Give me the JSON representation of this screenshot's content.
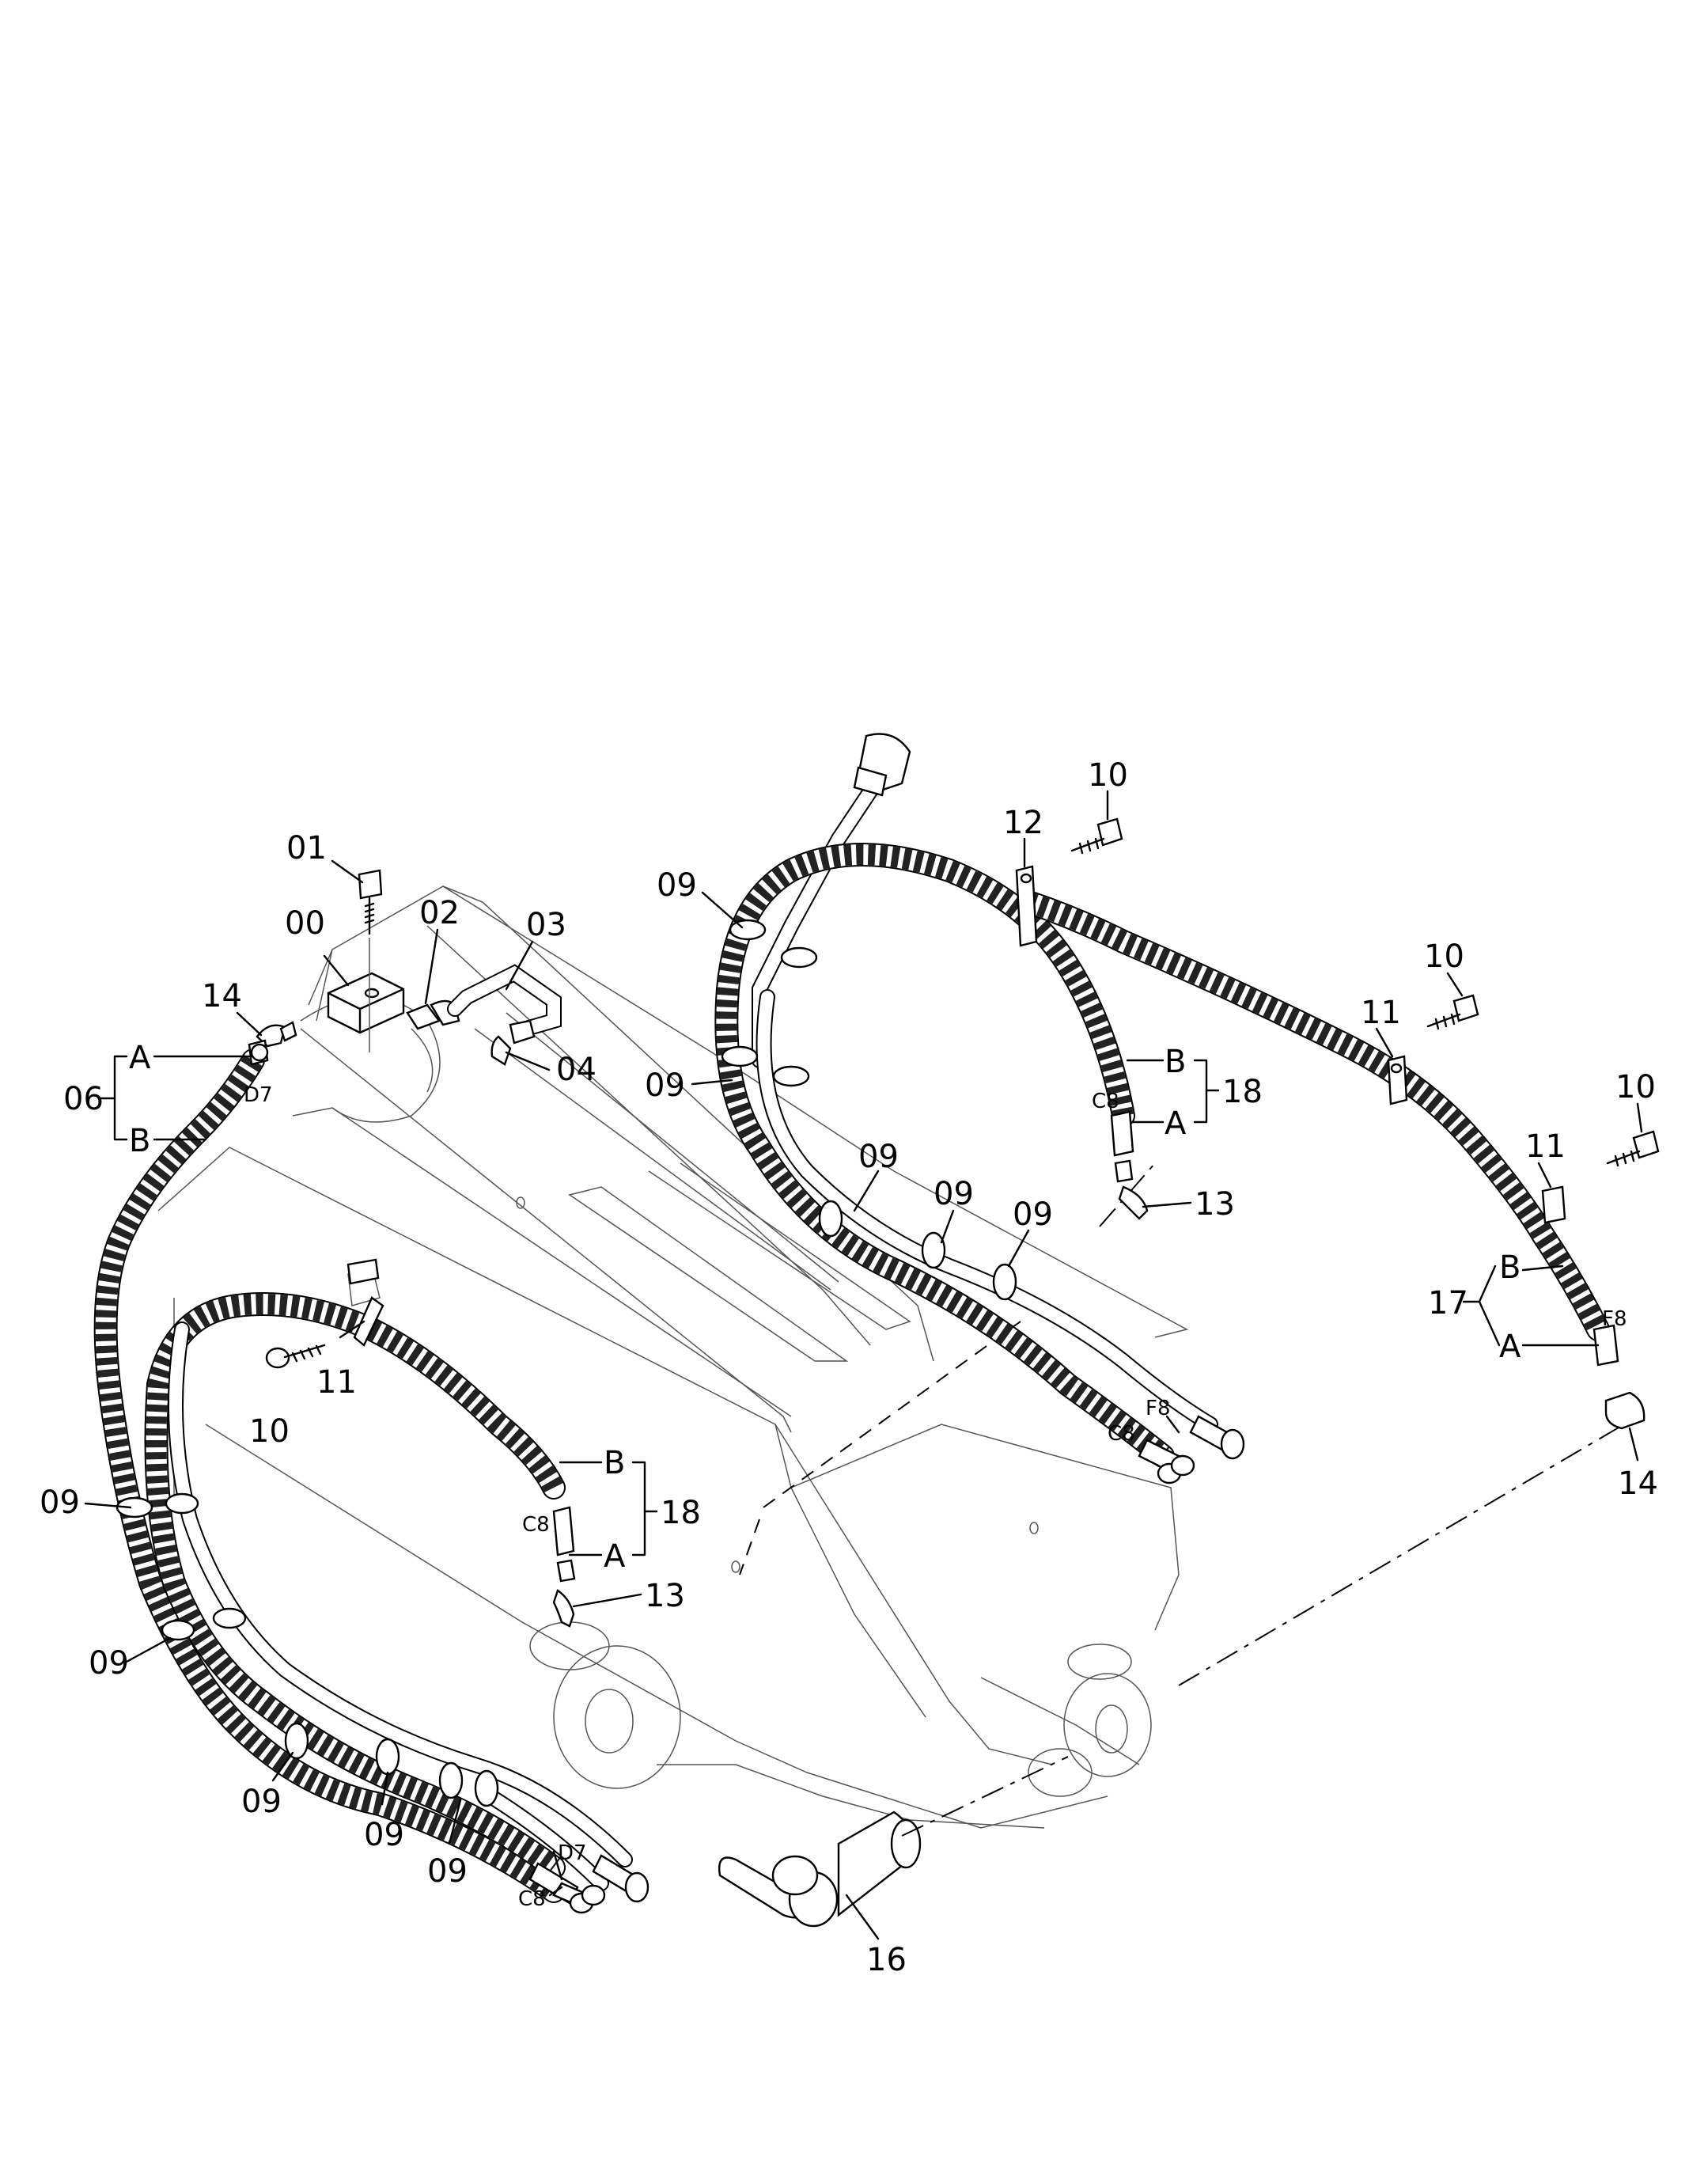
{
  "callouts": {
    "c00": "00",
    "c01": "01",
    "c02": "02",
    "c03": "03",
    "c04": "04",
    "c06": "06",
    "c14_left": "14",
    "c10_left": "10",
    "c11_left": "11",
    "c09_left_1": "09",
    "c09_left_2": "09",
    "c09_left_3": "09",
    "c09_left_4": "09",
    "c09_left_5": "09",
    "c18_left": "18",
    "c13_left": "13",
    "c09_right_1": "09",
    "c09_right_2": "09",
    "c09_right_3": "09",
    "c09_right_4": "09",
    "c09_right_5": "09",
    "c12": "12",
    "c10_right_1": "10",
    "c10_right_2": "10",
    "c10_right_3": "10",
    "c11_right_1": "11",
    "c11_right_2": "11",
    "c18_right": "18",
    "c13_right": "13",
    "c17": "17",
    "c14_right": "14",
    "c16": "16"
  },
  "branch_labels": {
    "a_06": "A",
    "b_06": "B",
    "b_18_left": "B",
    "a_18_left": "A",
    "b_18_right": "B",
    "a_18_right": "A",
    "b_17": "B",
    "a_17": "A"
  },
  "size_codes": {
    "d7_06": "D7",
    "c8_18_left": "C8",
    "d7_bottom_left": "D7",
    "c8_bottom_left": "C8",
    "c8_18_right": "C8",
    "f8_bottom_right": "F8",
    "c8_bottom_right": "C8",
    "f8_17": "F8"
  }
}
